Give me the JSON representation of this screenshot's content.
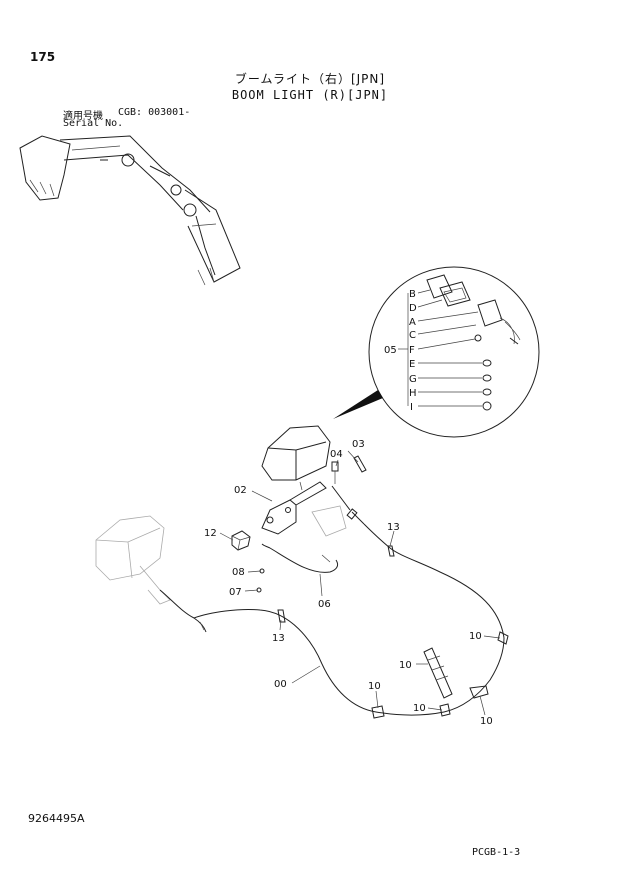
{
  "header": {
    "page_number": "175",
    "title_jp": "ブームライト（右）[JPN]",
    "title_en": "BOOM LIGHT (R)[JPN]",
    "serial_label_jp": "適用号機",
    "serial_code": "CGB: 003001-",
    "serial_label_en": "Serial No."
  },
  "footer": {
    "doc_number": "9264495A",
    "page_code": "PCGB-1-3"
  },
  "callouts": {
    "c00": "00",
    "c02": "02",
    "c03": "03",
    "c04": "04",
    "c05": "05",
    "c06": "06",
    "c07": "07",
    "c08": "08",
    "c10": "10",
    "c12": "12",
    "c13": "13"
  },
  "detail_letters": [
    "B",
    "D",
    "A",
    "C",
    "F",
    "E",
    "G",
    "H",
    "I"
  ],
  "colors": {
    "line": "#222222",
    "ghost": "#aaaaaa",
    "background": "#ffffff"
  }
}
